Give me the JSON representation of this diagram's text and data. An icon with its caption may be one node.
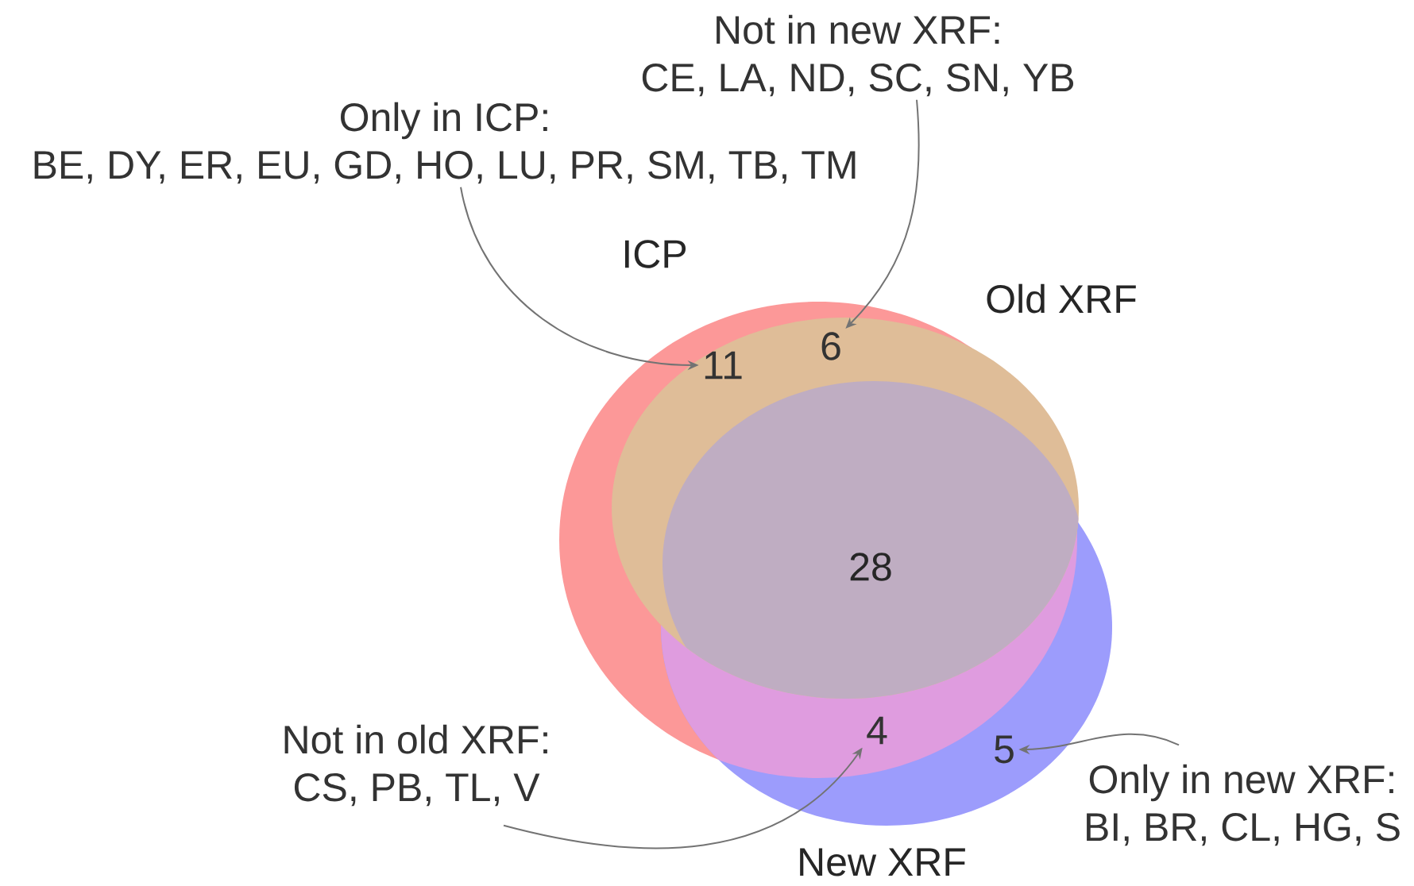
{
  "diagram": {
    "nodes": [
      {
        "text": [
          "Only in ICP:",
          "BE, DY, ER, EU, GD, HO, LU, PR, SM, TB, TM"
        ]
      },
      {
        "text": [
          "Not in new XRF:",
          "CE, LA, ND, SC, SN, YB"
        ]
      },
      {
        "text": [
          "Not in old XRF:",
          "CS, PB, TL, V"
        ]
      },
      {
        "text": [
          "Only in new XRF:",
          "BI, BR, CL, HG, S"
        ]
      },
      {
        "text": [
          "11"
        ]
      },
      {
        "text": [
          "6"
        ]
      },
      {
        "text": [
          "4"
        ]
      },
      {
        "text": [
          "5"
        ]
      }
    ],
    "edges": [
      {
        "from": 0,
        "to": 4,
        "arrow": "to"
      },
      {
        "from": 1,
        "to": 5,
        "arrow": "to"
      },
      {
        "from": 2,
        "to": 6,
        "arrow": "to"
      },
      {
        "from": 3,
        "to": 7,
        "arrow": "to"
      }
    ],
    "labels": [
      "ICP",
      "Old XRF",
      "28",
      "New XRF"
    ]
  }
}
